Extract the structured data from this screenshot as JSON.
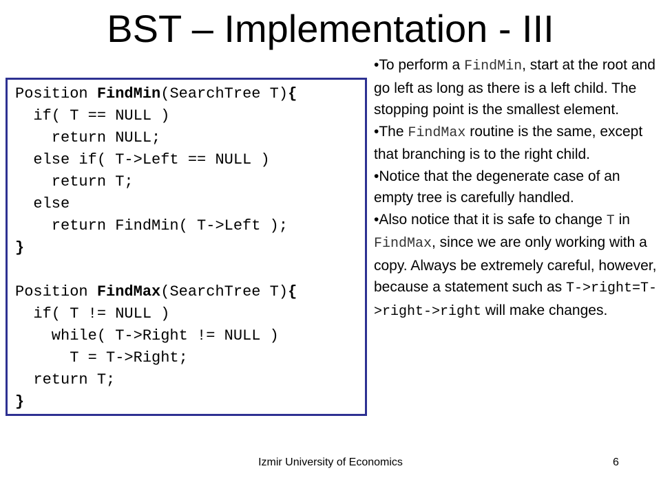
{
  "slide": {
    "title": "BST – Implementation - III",
    "footer": "Izmir University of Economics",
    "page_number": "6"
  },
  "code": {
    "l1_pre": "Position ",
    "l1_fn": "FindMin",
    "l1_post": "(SearchTree T)",
    "l1_brace": "{",
    "l2": "  if( T == NULL )",
    "l3": "    return NULL;",
    "l4": "  else if( T->Left == NULL )",
    "l5": "    return T;",
    "l6": "  else",
    "l7": "    return FindMin( T->Left );",
    "l8": "}",
    "l9": "",
    "l10_pre": "Position ",
    "l10_fn": "FindMax",
    "l10_post": "(SearchTree T)",
    "l10_brace": "{",
    "l11": "  if( T != NULL )",
    "l12": "    while( T->Right != NULL )",
    "l13": "      T = T->Right;",
    "l14": "  return T;",
    "l15": "}"
  },
  "bullets": {
    "b1": {
      "t1": "•To perform a ",
      "c1": "FindMin",
      "t2": ", start at the root and go left as long as there is a left child. The stopping point is the smallest element."
    },
    "b2": {
      "t1": "•The ",
      "c1": "FindMax",
      "t2": " routine is the same, except that branching is to the right child."
    },
    "b3": {
      "t1": "•Notice that the degenerate case of an empty tree is carefully handled."
    },
    "b4": {
      "t1": "•Also notice that it is safe to change ",
      "c1": "T",
      "t2": " in ",
      "c2": "FindMax",
      "t3": ", since we are only working with a copy. Always be extremely careful, however, because a statement such as ",
      "c3": "T->right=T->right->right",
      "t4": " will make changes."
    }
  },
  "colors": {
    "code_border": "#2e3192",
    "text": "#000000",
    "inline_code": "#333333"
  }
}
